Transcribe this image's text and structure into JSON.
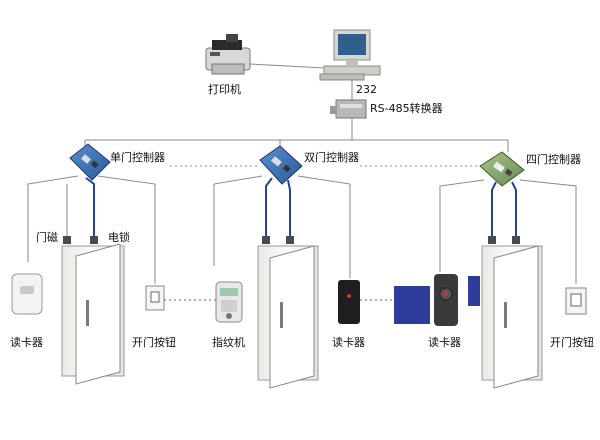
{
  "devices": {
    "printer": "打印机",
    "port": "232",
    "converter": "RS-485转换器"
  },
  "controllers": {
    "single": "单门控制器",
    "double": "双门控制器",
    "four": "四门控制器"
  },
  "door1": {
    "magnet": "门磁",
    "lock": "电锁",
    "reader": "读卡器",
    "button": "开门按钮"
  },
  "door2": {
    "fingerprint": "指纹机",
    "reader": "读卡器"
  },
  "door3": {
    "reader": "读卡器",
    "button": "开门按钮"
  },
  "colors": {
    "blue_wire": "#2a3f9c",
    "line": "#8a8a8a",
    "board": "#3a6fb0",
    "door": "#f2f2f0"
  }
}
